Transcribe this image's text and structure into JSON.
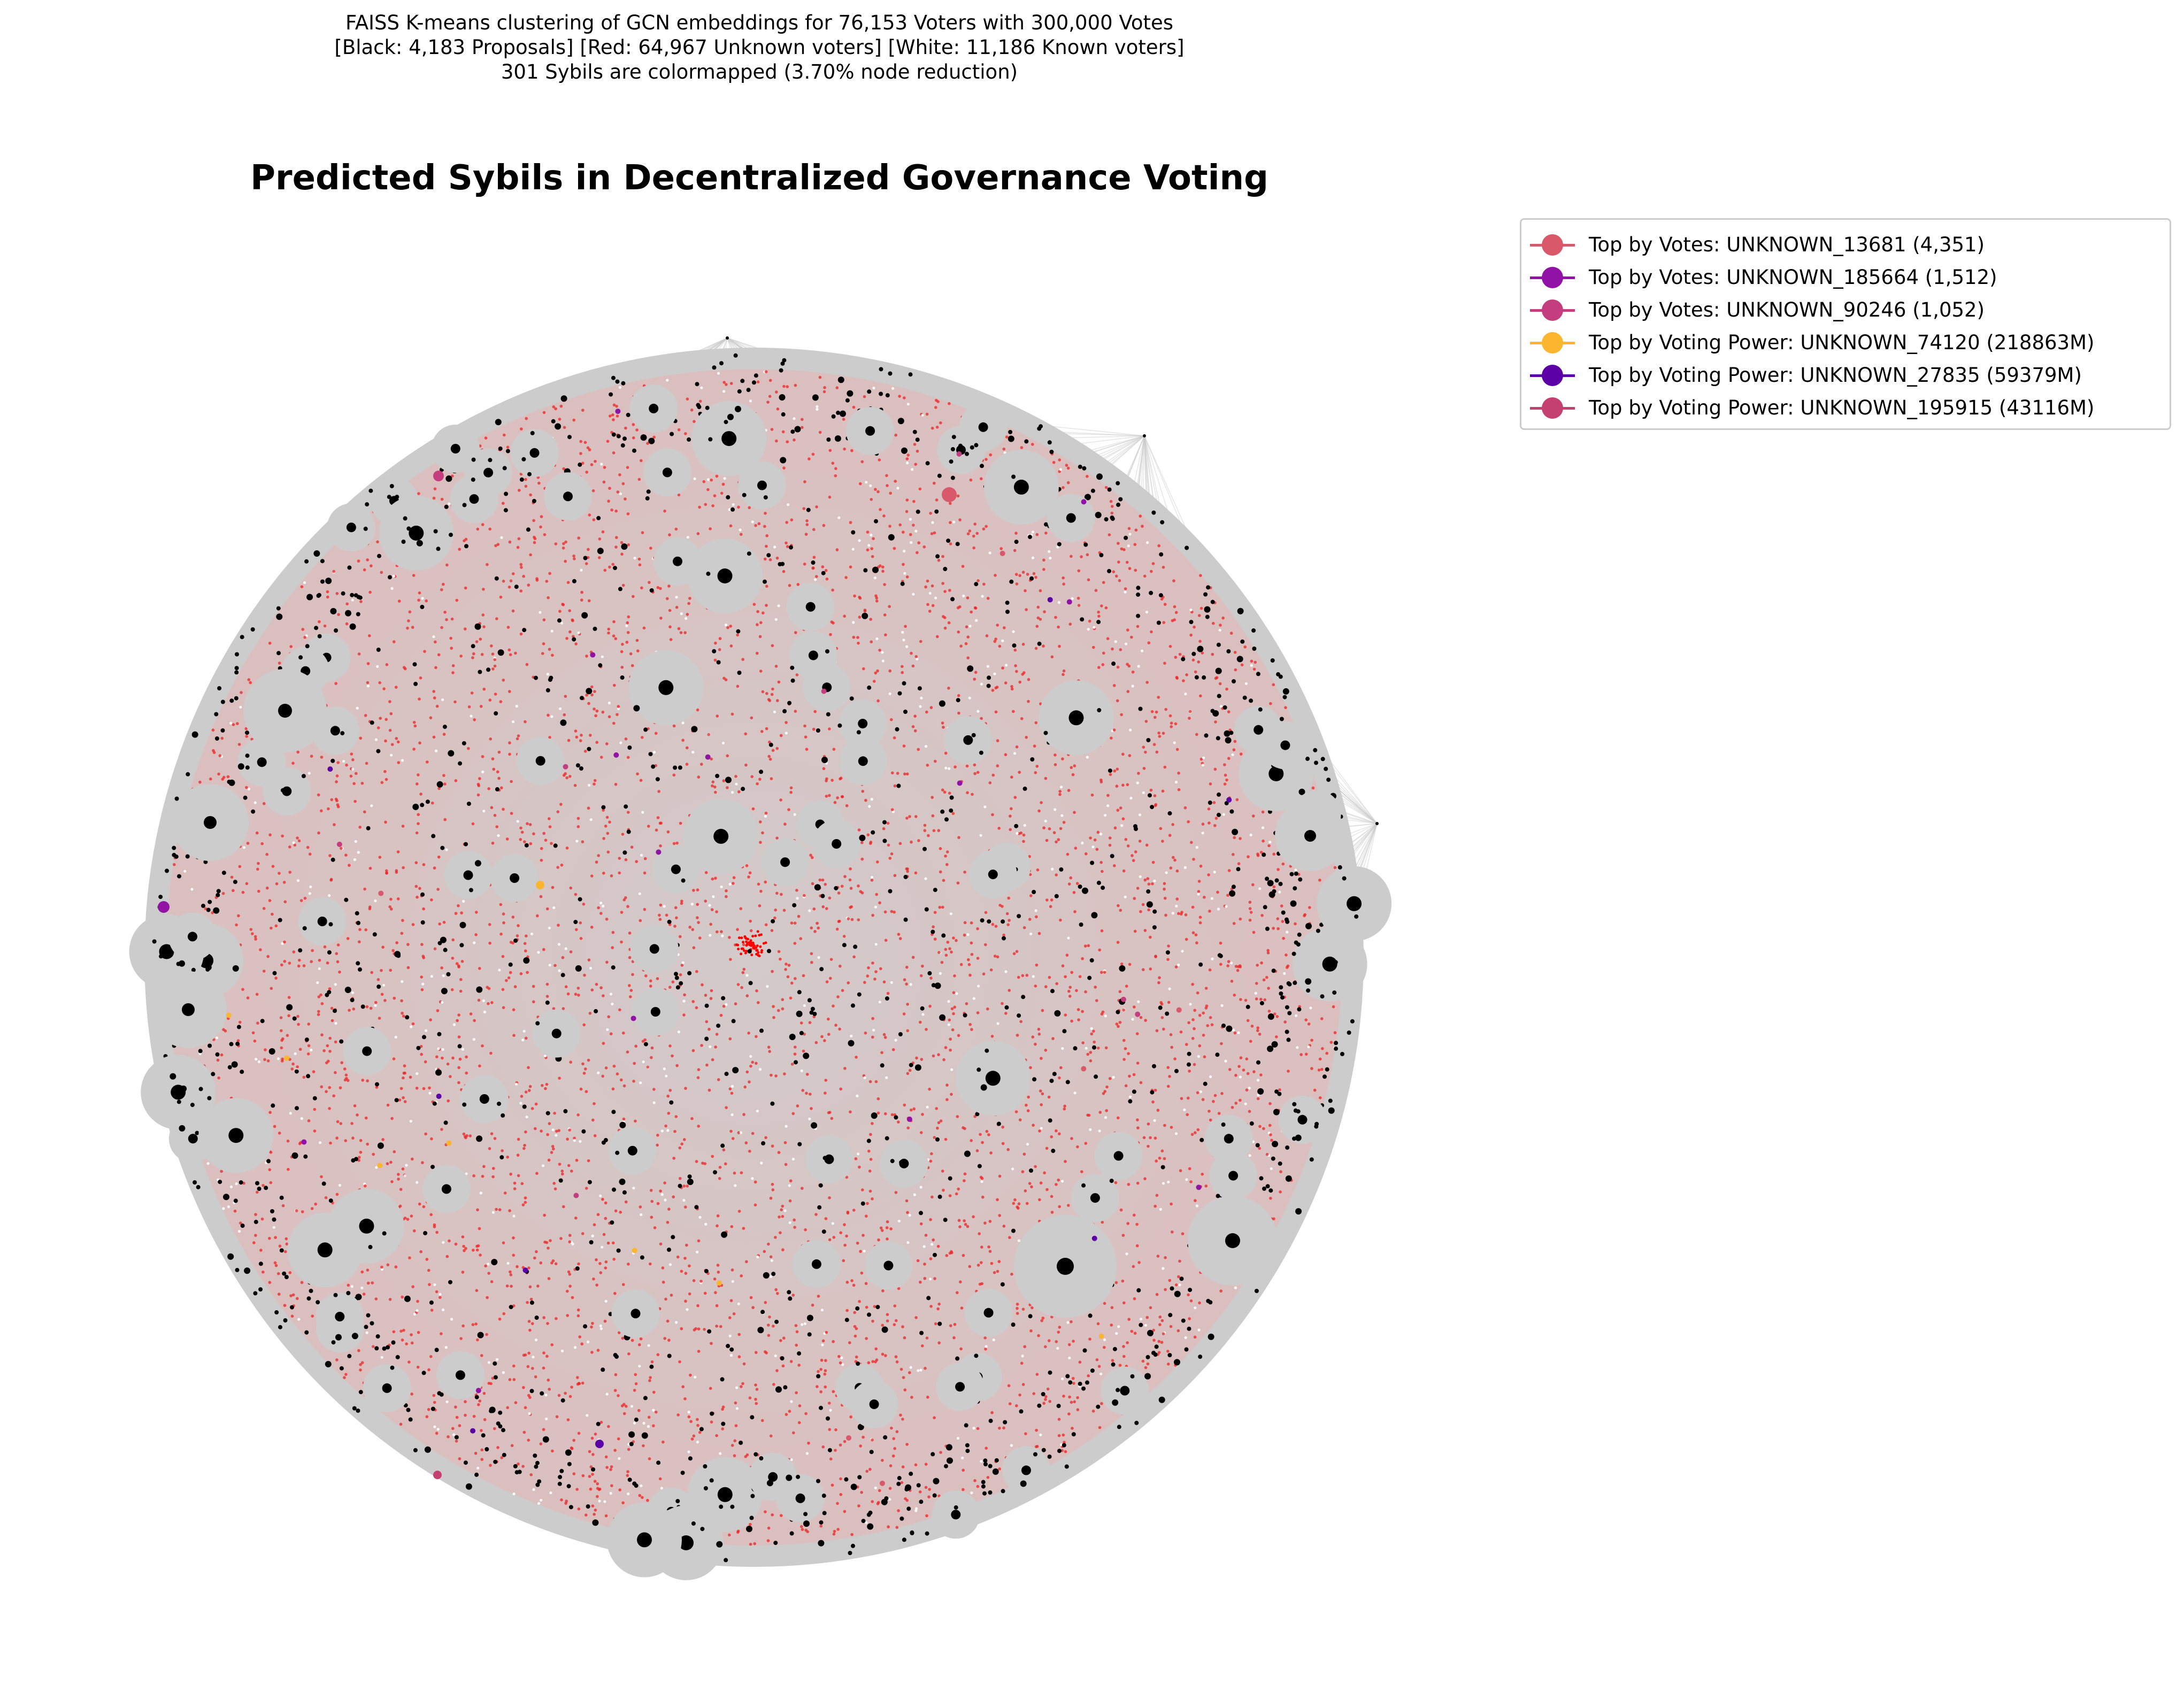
{
  "figure": {
    "subtitle_lines": [
      "FAISS K-means clustering of GCN embeddings for 76,153 Voters with 300,000 Votes",
      "[Black: 4,183 Proposals] [Red: 64,967 Unknown voters] [White: 11,186 Known voters]",
      "301 Sybils are colormapped (3.70% node reduction)"
    ],
    "title": "Predicted Sybils in Decentralized Governance Voting"
  },
  "legend": {
    "items": [
      {
        "label": "Top by Votes: UNKNOWN_13681 (4,351)",
        "color": "#d9596a"
      },
      {
        "label": "Top by Votes: UNKNOWN_185664 (1,512)",
        "color": "#9113a6"
      },
      {
        "label": "Top by Votes: UNKNOWN_90246 (1,052)",
        "color": "#c43d7e"
      },
      {
        "label": "Top by Voting Power: UNKNOWN_74120 (218863M)",
        "color": "#fbb52e"
      },
      {
        "label": "Top by Voting Power: UNKNOWN_27835 (59379M)",
        "color": "#5c01a6"
      },
      {
        "label": "Top by Voting Power: UNKNOWN_195915 (43116M)",
        "color": "#c4416f"
      }
    ]
  },
  "graph": {
    "node_colors": {
      "proposal": "#000000",
      "unknown_voter": "#ee2222",
      "known_voter": "#ffffff",
      "edge": "#cccccc"
    },
    "highlighted_nodes": [
      {
        "legend_index": 0,
        "color": "#d9596a"
      },
      {
        "legend_index": 1,
        "color": "#9113a6"
      },
      {
        "legend_index": 2,
        "color": "#c43d7e"
      },
      {
        "legend_index": 3,
        "color": "#fbb52e"
      },
      {
        "legend_index": 4,
        "color": "#5c01a6"
      },
      {
        "legend_index": 5,
        "color": "#c4416f"
      }
    ]
  }
}
